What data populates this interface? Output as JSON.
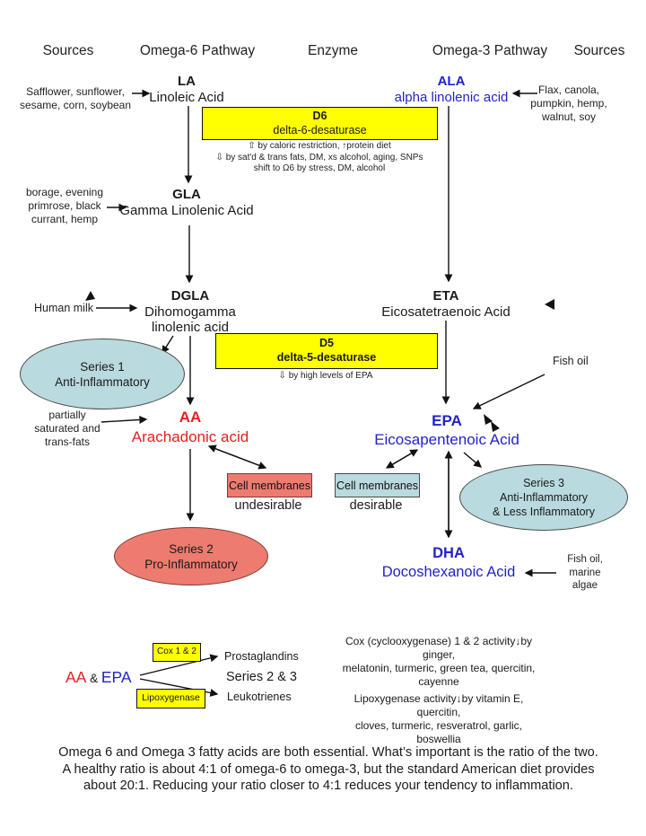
{
  "header": {
    "sources_left": "Sources",
    "omega6": "Omega-6 Pathway",
    "enzyme": "Enzyme",
    "omega3": "Omega-3 Pathway",
    "sources_right": "Sources"
  },
  "nodes": {
    "la": {
      "abbr": "LA",
      "name": "Linoleic Acid"
    },
    "ala": {
      "abbr": "ALA",
      "name": "alpha linolenic acid"
    },
    "gla": {
      "abbr": "GLA",
      "name": "Gamma Linolenic Acid"
    },
    "dgla": {
      "abbr": "DGLA",
      "name": "Dihomogamma\nlinolenic acid"
    },
    "eta": {
      "abbr": "ETA",
      "name": "Eicosatetraenoic Acid"
    },
    "aa": {
      "abbr": "AA",
      "name": "Arachadonic acid"
    },
    "epa": {
      "abbr": "EPA",
      "name": "Eicosapentenoic Acid"
    },
    "dha": {
      "abbr": "DHA",
      "name": "Docoshexanoic Acid"
    }
  },
  "sources": {
    "la": "Safflower, sunflower,\nsesame, corn, soybean",
    "ala": "Flax, canola,\npumpkin, hemp,\nwalnut, soy",
    "gla": "borage, evening\nprimrose, black\ncurrant, hemp",
    "dgla": "Human milk",
    "aa": "partially\nsaturated and\ntrans-fats",
    "epa": "Fish oil",
    "dha": "Fish oil,\nmarine\nalgae"
  },
  "enzymes": {
    "d6": {
      "abbr": "D6",
      "name": "delta-6-desaturase",
      "notes": "⇧ by caloric restriction, ↑protein diet\n⇩ by sat'd & trans fats, DM, xs alcohol, aging, SNPs\nshift to Ω6 by stress, DM, alcohol"
    },
    "d5": {
      "abbr": "D5",
      "name": "delta-5-desaturase",
      "note": "⇩ by high levels of EPA"
    }
  },
  "series": {
    "s1": "Series 1\nAnti-Inflammatory",
    "s2": "Series 2\nPro-Inflammatory",
    "s3": "Series 3\nAnti-Inflammatory\n& Less Inflammatory"
  },
  "membranes": {
    "label": "Cell membranes",
    "undesirable": "undesirable",
    "desirable": "desirable"
  },
  "bottom": {
    "aa": "AA",
    "amp": " & ",
    "epa": "EPA",
    "cox_box": "Cox 1 & 2",
    "lipoxygenase_box": "Lipoxygenase",
    "prostaglandins": "Prostaglandins",
    "series23": "Series 2 & 3",
    "leukotrienes": "Leukotrienes",
    "cox_note": "Cox (cyclooxygenase) 1 & 2 activity↓by ginger,\nmelatonin, turmeric, green tea, quercitin, cayenne",
    "lipoxygenase_note": "Lipoxygenase activity↓by vitamin E, quercitin,\ncloves, turmeric, resveratrol, garlic, boswellia"
  },
  "footer": "Omega 6 and Omega 3 fatty acids are both essential.  What’s important is the ratio of the two.\nA healthy ratio is about 4:1 of omega-6 to omega-3, but the standard American diet provides\nabout 20:1.  Reducing your ratio closer to 4:1 reduces your tendency to inflammation.",
  "colors": {
    "enzyme_yellow": "#ffff00",
    "anti_inflammatory_blue": "#b9dade",
    "pro_inflammatory_salmon": "#ed7b70",
    "omega3_text_blue": "#2323c8",
    "omega6_text_red": "#e81e1e"
  }
}
